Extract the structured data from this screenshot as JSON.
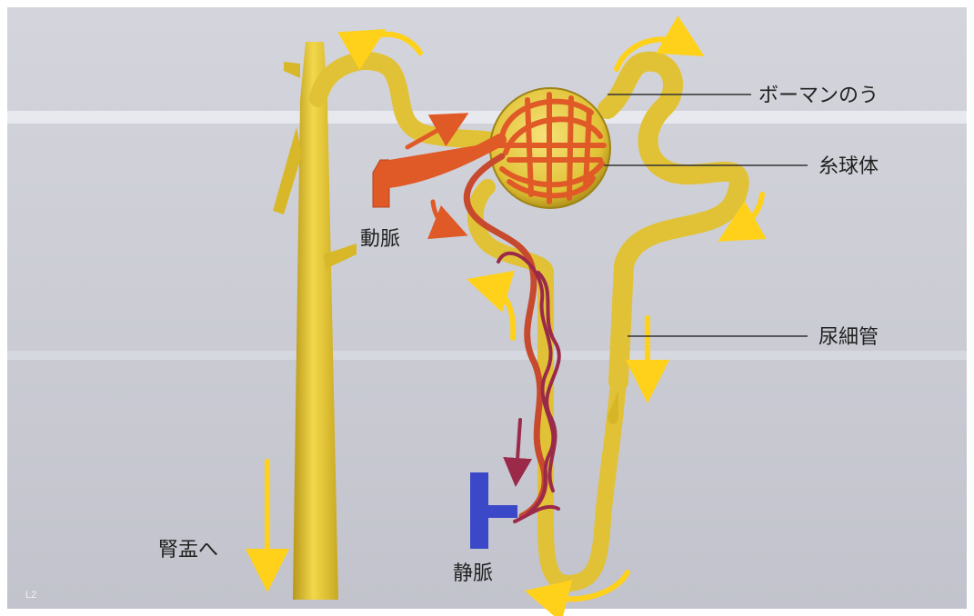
{
  "labels": {
    "bowman": "ボーマンのう",
    "glomerulus": "糸球体",
    "artery": "動脈",
    "tubule": "尿細管",
    "vein": "静脈",
    "to_pelvis": "腎盂へ",
    "corner_code": "L2"
  },
  "colors": {
    "background": "#c9cad3",
    "tubule": "#e8c72e",
    "artery": "#e05a28",
    "vein": "#3b48c8",
    "vein_capillary": "#9b2a4a",
    "flow_arrow": "#ffd11a",
    "leader_line": "#333333"
  },
  "icons": [
    "flow-arrow-icon",
    "blood-flow-arrow-icon"
  ]
}
